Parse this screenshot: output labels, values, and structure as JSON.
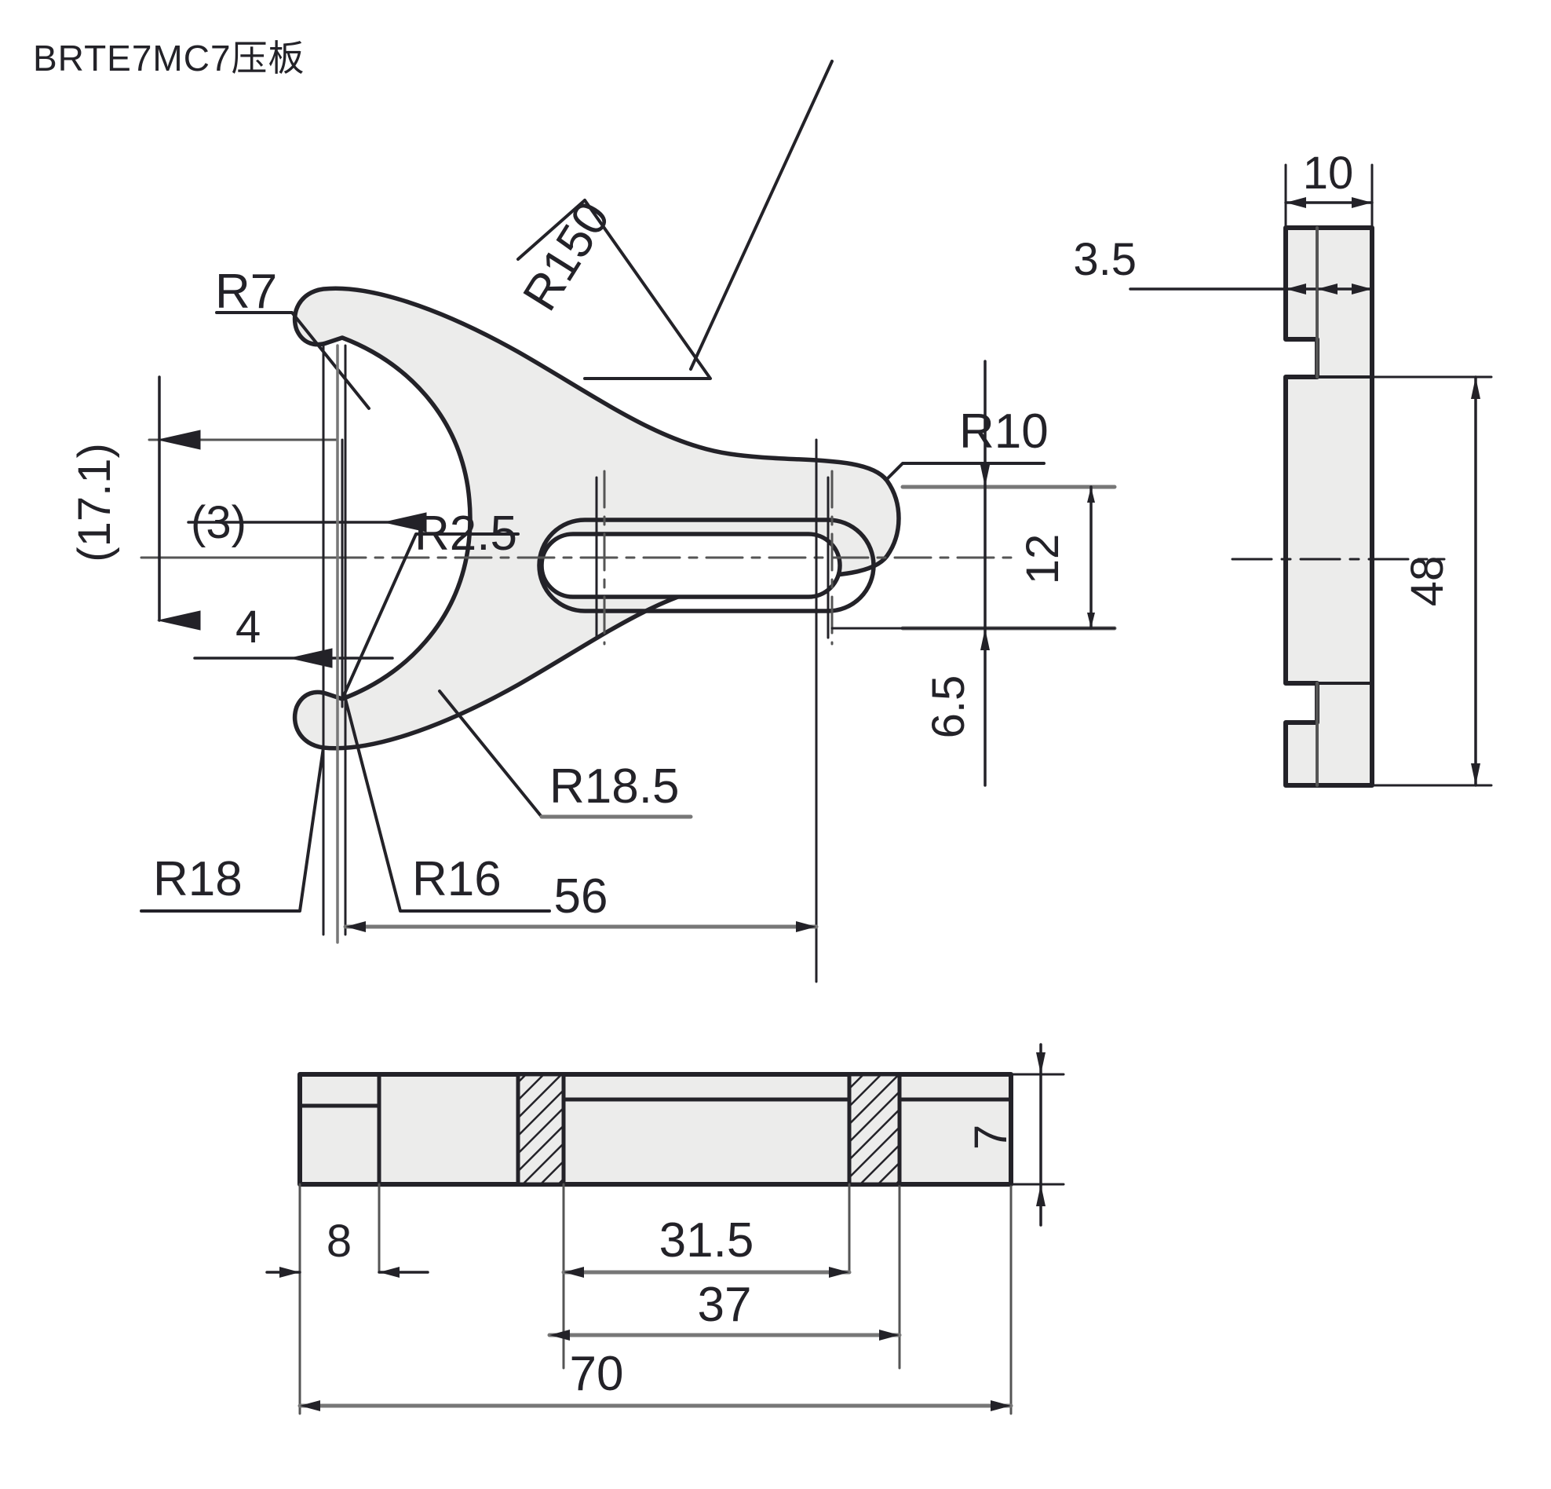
{
  "drawing": {
    "title": "BRTE7MC7压板",
    "type": "mechanical-engineering-drawing",
    "part_name": "BRTE7MC7压板",
    "line_color": "#232228",
    "fill_color": "#ececeb",
    "background": "#ffffff",
    "views": [
      {
        "id": "front-view",
        "name": "front plan view",
        "position": "upper-left"
      },
      {
        "id": "side-view",
        "name": "right side section view",
        "position": "upper-right"
      },
      {
        "id": "bottom-view",
        "name": "bottom section view",
        "position": "lower-left"
      }
    ],
    "dimensions": {
      "front": [
        {
          "name": "radius-r7",
          "label": "R7",
          "kind": "radius",
          "rotation": 0
        },
        {
          "name": "radius-r150",
          "label": "R150",
          "kind": "radius",
          "rotation": -58
        },
        {
          "name": "radius-r10",
          "label": "R10",
          "kind": "radius",
          "rotation": 0
        },
        {
          "name": "radius-r2-5",
          "label": "R2.5",
          "kind": "radius",
          "rotation": 0
        },
        {
          "name": "radius-r18-5",
          "label": "R18.5",
          "kind": "radius",
          "rotation": 0
        },
        {
          "name": "radius-r18",
          "label": "R18",
          "kind": "radius",
          "rotation": 0
        },
        {
          "name": "radius-r16",
          "label": "R16",
          "kind": "radius",
          "rotation": 0
        },
        {
          "name": "dim-17-1",
          "label": "(17.1)",
          "kind": "linear-reference",
          "rotation": -90
        },
        {
          "name": "dim-3",
          "label": "(3)",
          "kind": "linear-reference",
          "rotation": 0
        },
        {
          "name": "dim-4",
          "label": "4",
          "kind": "linear",
          "rotation": 0
        },
        {
          "name": "dim-12",
          "label": "12",
          "kind": "linear",
          "rotation": -90
        },
        {
          "name": "dim-6-5",
          "label": "6.5",
          "kind": "linear",
          "rotation": -90
        },
        {
          "name": "dim-56",
          "label": "56",
          "kind": "linear",
          "rotation": 0
        }
      ],
      "side": [
        {
          "name": "dim-10",
          "label": "10",
          "kind": "linear",
          "rotation": 0
        },
        {
          "name": "dim-3-5",
          "label": "3.5",
          "kind": "linear",
          "rotation": 0
        },
        {
          "name": "dim-48",
          "label": "48",
          "kind": "linear",
          "rotation": -90
        }
      ],
      "bottom": [
        {
          "name": "dim-7",
          "label": "7",
          "kind": "linear",
          "rotation": -90
        },
        {
          "name": "dim-8",
          "label": "8",
          "kind": "linear",
          "rotation": 0
        },
        {
          "name": "dim-31-5",
          "label": "31.5",
          "kind": "linear",
          "rotation": 0
        },
        {
          "name": "dim-37",
          "label": "37",
          "kind": "linear",
          "rotation": 0
        },
        {
          "name": "dim-70",
          "label": "70",
          "kind": "linear",
          "rotation": 0
        }
      ]
    },
    "labels": {
      "r7": "R7",
      "r150": "R150",
      "r10": "R10",
      "r25": "R2.5",
      "r185": "R18.5",
      "r18": "R18",
      "r16": "R16",
      "d171": "(17.1)",
      "d3": "(3)",
      "d4": "4",
      "d12": "12",
      "d65": "6.5",
      "d56": "56",
      "d10": "10",
      "d35": "3.5",
      "d48": "48",
      "d7": "7",
      "d8": "8",
      "d315": "31.5",
      "d37": "37",
      "d70": "70"
    }
  }
}
